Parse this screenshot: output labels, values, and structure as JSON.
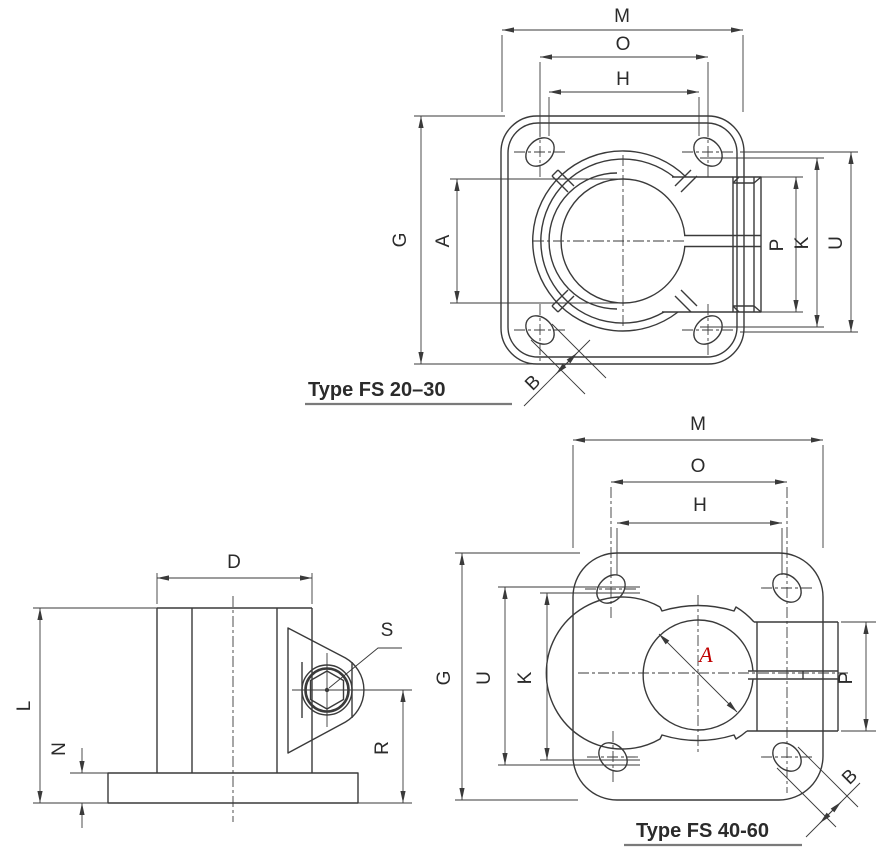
{
  "colors": {
    "line": "#3a3a3a",
    "text": "#2b2b2b",
    "accent": "#c00000",
    "underline": "#7a7a7a",
    "background": "#ffffff"
  },
  "views": {
    "fs2030": {
      "title": "Type FS 20–30",
      "labels": {
        "m": "M",
        "o": "O",
        "h": "H",
        "g": "G",
        "a": "A",
        "p": "P",
        "k": "K",
        "u": "U",
        "b": "B"
      }
    },
    "side": {
      "labels": {
        "d": "D",
        "s": "S",
        "l": "L",
        "n": "N",
        "r": "R"
      }
    },
    "fs4060": {
      "title": "Type FS 40-60",
      "labels": {
        "m": "M",
        "o": "O",
        "h": "H",
        "g": "G",
        "u": "U",
        "k": "K",
        "a": "A",
        "p": "P",
        "b": "B"
      }
    }
  }
}
